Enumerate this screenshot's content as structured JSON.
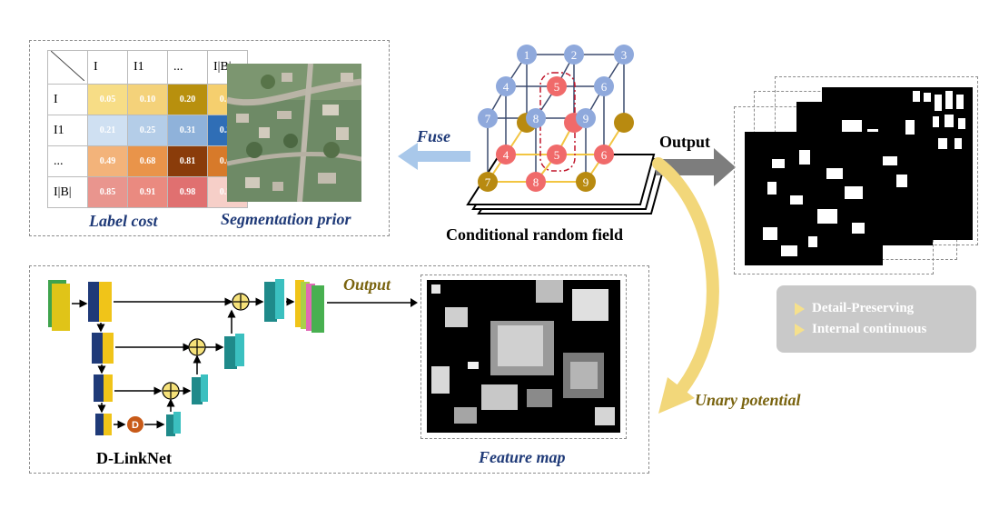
{
  "label_cost": {
    "title": "Label cost",
    "col_headers": [
      "I",
      "I1",
      "...",
      "I|B|"
    ],
    "row_headers": [
      "I",
      "I1",
      "...",
      "I|B|"
    ],
    "rows": [
      [
        {
          "v": "0.05",
          "c": "#f7dd86"
        },
        {
          "v": "0.10",
          "c": "#f4d27a"
        },
        {
          "v": "0.20",
          "c": "#b8900e"
        },
        {
          "v": "0.13",
          "c": "#f5cf6e"
        }
      ],
      [
        {
          "v": "0.21",
          "c": "#cfe0f2"
        },
        {
          "v": "0.25",
          "c": "#b4cde8"
        },
        {
          "v": "0.31",
          "c": "#8fb2da"
        },
        {
          "v": "0.37",
          "c": "#2f6eb6"
        }
      ],
      [
        {
          "v": "0.49",
          "c": "#f3b37a"
        },
        {
          "v": "0.68",
          "c": "#e9944a"
        },
        {
          "v": "0.81",
          "c": "#8a3c0a"
        },
        {
          "v": "0.62",
          "c": "#d77a2a"
        }
      ],
      [
        {
          "v": "0.85",
          "c": "#e9958e"
        },
        {
          "v": "0.91",
          "c": "#ea8a80"
        },
        {
          "v": "0.98",
          "c": "#e07070"
        },
        {
          "v": "0.75",
          "c": "#f6cfc8"
        }
      ]
    ]
  },
  "segmentation_prior": {
    "title": "Segmentation prior"
  },
  "fuse_label": "Fuse",
  "crf": {
    "title": "Conditional random field",
    "top_nodes": [
      "1",
      "2",
      "3",
      "4",
      "5",
      "6",
      "7",
      "8",
      "9"
    ],
    "bottom_nodes": [
      "4",
      "5",
      "6",
      "7",
      "8",
      "9"
    ]
  },
  "output_label_right": "Output",
  "output_label_net": "Output",
  "dlinknet": {
    "title": "D-LinkNet",
    "dilation_label": "D"
  },
  "feature_map": {
    "title": "Feature map"
  },
  "unary_label": "Unary potential",
  "legend": {
    "items": [
      "Detail-Preserving",
      "Internal continuous"
    ]
  },
  "colors": {
    "node_blue": "#8fa9dc",
    "node_red": "#f06a6a",
    "node_gold": "#b88a10",
    "arrow_blue": "#a9c8ea",
    "arrow_gray": "#7d7d7d",
    "arrow_yellow": "#f2d77a",
    "text_blue": "#1f3a78",
    "text_gold": "#7a6410"
  }
}
